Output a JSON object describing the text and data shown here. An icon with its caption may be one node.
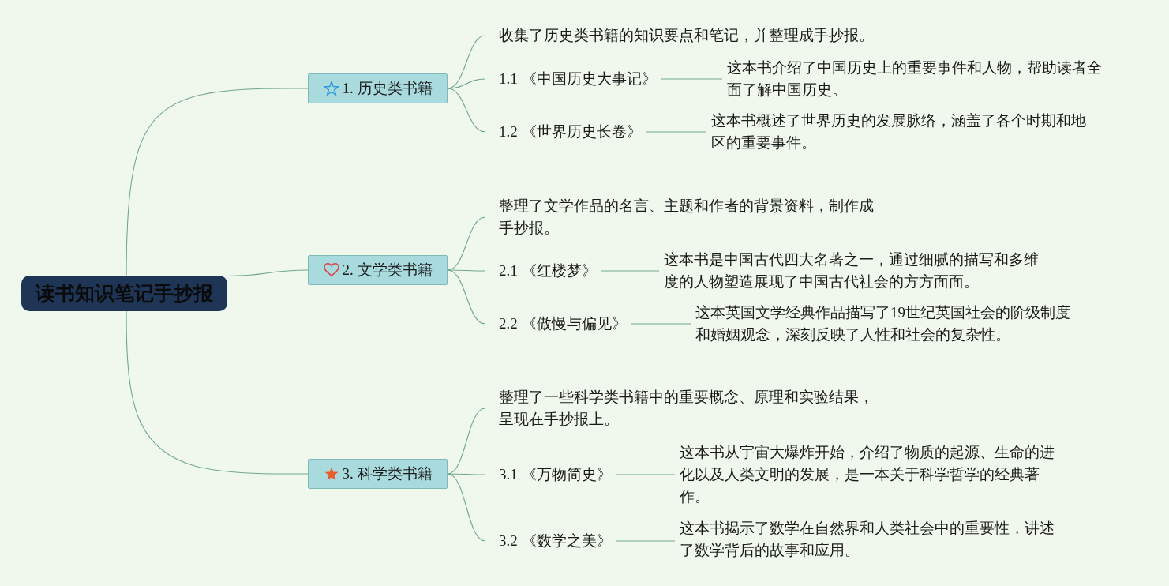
{
  "diagram": {
    "nodes": [
      {
        "text": [
          "读书知识笔记手抄报"
        ]
      },
      {
        "text": [
          "1. 历史类书籍"
        ]
      },
      {
        "text": [
          "收集了历史类书籍的知识要点和笔记，并整理成手抄报。"
        ]
      },
      {
        "text": [
          "1.1 《中国历史大事记》"
        ]
      },
      {
        "text": [
          "这本书介绍了中国历史上的重要事件和人物，帮助读者全面了解中国历史。"
        ]
      },
      {
        "text": [
          "1.2 《世界历史长卷》"
        ]
      },
      {
        "text": [
          "这本书概述了世界历史的发展脉络，涵盖了各个时期和地区的重要事件。"
        ]
      },
      {
        "text": [
          "2. 文学类书籍"
        ]
      },
      {
        "text": [
          "整理了文学作品的名言、主题和作者的背景资料，制作成手抄报。"
        ]
      },
      {
        "text": [
          "2.1 《红楼梦》"
        ]
      },
      {
        "text": [
          "这本书是中国古代四大名著之一，通过细腻的描写和多维度的人物塑造展现了中国古代社会的方方面面。"
        ]
      },
      {
        "text": [
          "2.2 《傲慢与偏见》"
        ]
      },
      {
        "text": [
          "这本英国文学经典作品描写了19世纪英国社会的阶级制度和婚姻观念，深刻反映了人性和社会的复杂性。"
        ]
      },
      {
        "text": [
          "3. 科学类书籍"
        ]
      },
      {
        "text": [
          "整理了一些科学类书籍中的重要概念、原理和实验结果，呈现在手抄报上。"
        ]
      },
      {
        "text": [
          "3.1 《万物简史》"
        ]
      },
      {
        "text": [
          "这本书从宇宙大爆炸开始，介绍了物质的起源、生命的进化以及人类文明的发展，是一本关于科学哲学的经典著作。"
        ]
      },
      {
        "text": [
          "3.2 《数学之美》"
        ]
      },
      {
        "text": [
          "这本书揭示了数学在自然界和人类社会中的重要性，讲述了数学背后的故事和应用。"
        ]
      }
    ],
    "edges": [
      {
        "from": 0,
        "to": 1,
        "arrow": "none"
      },
      {
        "from": 0,
        "to": 7,
        "arrow": "none"
      },
      {
        "from": 0,
        "to": 13,
        "arrow": "none"
      },
      {
        "from": 1,
        "to": 2,
        "arrow": "none"
      },
      {
        "from": 1,
        "to": 3,
        "arrow": "none"
      },
      {
        "from": 1,
        "to": 5,
        "arrow": "none"
      },
      {
        "from": 3,
        "to": 4,
        "arrow": "none"
      },
      {
        "from": 5,
        "to": 6,
        "arrow": "none"
      },
      {
        "from": 7,
        "to": 8,
        "arrow": "none"
      },
      {
        "from": 7,
        "to": 9,
        "arrow": "none"
      },
      {
        "from": 7,
        "to": 11,
        "arrow": "none"
      },
      {
        "from": 9,
        "to": 10,
        "arrow": "none"
      },
      {
        "from": 11,
        "to": 12,
        "arrow": "none"
      },
      {
        "from": 13,
        "to": 14,
        "arrow": "none"
      },
      {
        "from": 13,
        "to": 15,
        "arrow": "none"
      },
      {
        "from": 13,
        "to": 17,
        "arrow": "none"
      },
      {
        "from": 15,
        "to": 16,
        "arrow": "none"
      },
      {
        "from": 17,
        "to": 18,
        "arrow": "none"
      }
    ]
  }
}
